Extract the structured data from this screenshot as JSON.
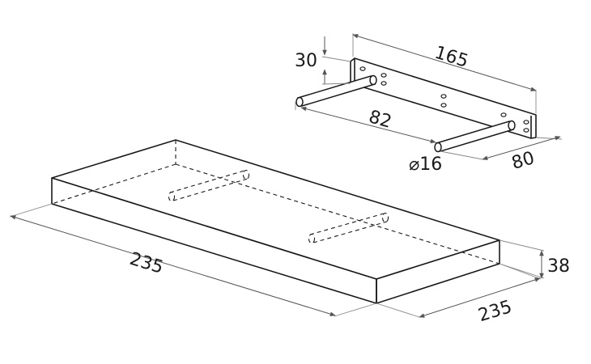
{
  "dimensions": {
    "bracket_thickness": "30",
    "bracket_length": "165",
    "rod_length": "82",
    "rod_diameter": "⌀16",
    "bracket_depth": "80",
    "shelf_length": "235",
    "shelf_depth": "235",
    "shelf_thickness": "38"
  },
  "colors": {
    "line": "#1a1a1a",
    "dimension": "#555555",
    "background": "#ffffff"
  }
}
